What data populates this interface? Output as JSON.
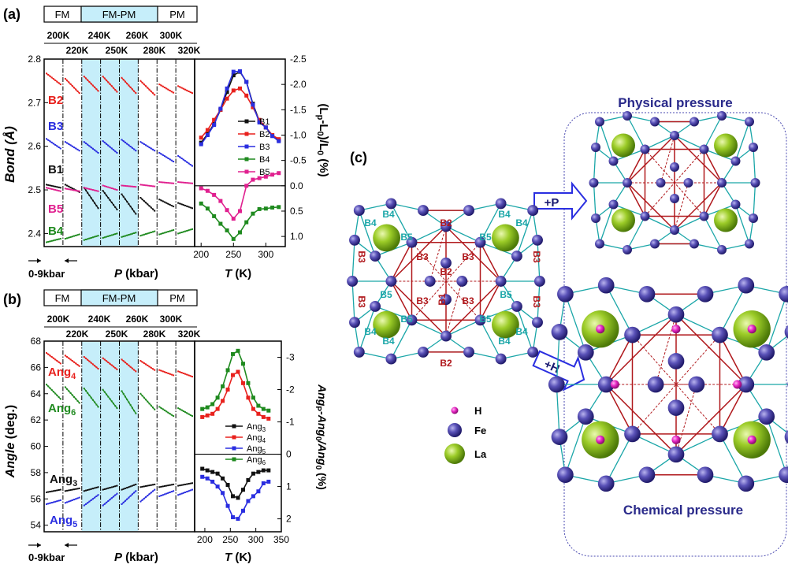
{
  "panel_labels": {
    "a": "(a)",
    "b": "(b)",
    "c": "(c)"
  },
  "phase_bar": {
    "fm": "FM",
    "fmpm": "FM-PM",
    "pm": "PM"
  },
  "temp_ticks_top": [
    "200K",
    "240K",
    "260K",
    "300K"
  ],
  "temp_ticks_bottom": [
    "220K",
    "250K",
    "280K",
    "320K"
  ],
  "pressure_note": "0-9kbar",
  "xlabel_p": "P (kbar)",
  "xlabel_t": "T (K)",
  "colors": {
    "black": "#111111",
    "red": "#e8211d",
    "blue": "#2a2ee0",
    "green": "#1f8a1f",
    "magenta": "#e0208f",
    "shade": "#c6eefa",
    "cyan": "#1aa6a8",
    "darkred": "#b0181c",
    "fe": "#4b45a8",
    "la": "#8fc21e",
    "h": "#e626c4"
  },
  "chart_data": [
    {
      "type": "line",
      "panel": "a-left",
      "ylabel": "Bond (Å)",
      "xlabel": "P (kbar)",
      "ylim": [
        2.37,
        2.8
      ],
      "yticks": [
        "2.4",
        "2.5",
        "2.6",
        "2.7",
        "2.8"
      ],
      "segments": 8,
      "segment_pressure_range_kbar": [
        0,
        9
      ],
      "series": [
        {
          "name": "B2",
          "start": [
            2.767,
            2.755,
            2.76,
            2.76,
            2.757,
            2.75,
            2.742,
            2.738
          ],
          "end": [
            2.742,
            2.722,
            2.727,
            2.725,
            2.722,
            2.718,
            2.723,
            2.722
          ]
        },
        {
          "name": "B3",
          "start": [
            2.617,
            2.61,
            2.61,
            2.612,
            2.615,
            2.61,
            2.585,
            2.578
          ],
          "end": [
            2.595,
            2.59,
            2.585,
            2.585,
            2.59,
            2.59,
            2.565,
            2.555
          ]
        },
        {
          "name": "B1",
          "start": [
            2.512,
            2.512,
            2.505,
            2.498,
            2.49,
            2.482,
            2.478,
            2.47
          ],
          "end": [
            2.505,
            2.495,
            2.458,
            2.455,
            2.445,
            2.452,
            2.462,
            2.458
          ]
        },
        {
          "name": "B5",
          "start": [
            2.505,
            2.503,
            2.505,
            2.51,
            2.51,
            2.512,
            2.518,
            2.518
          ],
          "end": [
            2.497,
            2.497,
            2.497,
            2.5,
            2.507,
            2.508,
            2.515,
            2.515
          ]
        },
        {
          "name": "B4",
          "start": [
            2.38,
            2.388,
            2.385,
            2.39,
            2.392,
            2.395,
            2.398,
            2.4
          ],
          "end": [
            2.388,
            2.398,
            2.395,
            2.4,
            2.402,
            2.405,
            2.408,
            2.41
          ]
        }
      ]
    },
    {
      "type": "line",
      "panel": "a-right",
      "ylabel": "(Lp-L0)/L0 (%)",
      "xlabel": "T (K)",
      "xlim": [
        190,
        330
      ],
      "xticks": [
        200,
        250,
        300
      ],
      "ylim": [
        1.2,
        -2.5
      ],
      "yticks": [
        "-2.5",
        "-2.0",
        "-1.5",
        "-1.0",
        "-0.5",
        "0.0",
        "0.5",
        "1.0"
      ],
      "series": [
        {
          "name": "B1",
          "x": [
            200,
            210,
            220,
            230,
            240,
            250,
            260,
            270,
            280,
            290,
            300,
            310,
            320
          ],
          "y": [
            -0.85,
            -1.02,
            -1.22,
            -1.5,
            -1.85,
            -2.18,
            -2.25,
            -2.05,
            -1.62,
            -1.28,
            -1.15,
            -1.0,
            -0.9
          ]
        },
        {
          "name": "B2",
          "x": [
            200,
            210,
            220,
            230,
            240,
            250,
            260,
            270,
            280,
            290,
            300,
            310,
            320
          ],
          "y": [
            -0.95,
            -1.1,
            -1.3,
            -1.5,
            -1.72,
            -1.88,
            -1.92,
            -1.78,
            -1.55,
            -1.3,
            -1.15,
            -1.0,
            -0.92
          ]
        },
        {
          "name": "B3",
          "x": [
            200,
            210,
            220,
            230,
            240,
            250,
            260,
            270,
            280,
            290,
            300,
            310,
            320
          ],
          "y": [
            -0.82,
            -1.0,
            -1.2,
            -1.52,
            -1.92,
            -2.25,
            -2.26,
            -2.05,
            -1.6,
            -1.25,
            -1.15,
            -0.98,
            -0.88
          ]
        },
        {
          "name": "B4",
          "x": [
            200,
            210,
            220,
            230,
            240,
            250,
            260,
            270,
            280,
            290,
            300,
            310,
            320
          ],
          "y": [
            0.35,
            0.45,
            0.6,
            0.75,
            0.88,
            1.05,
            0.92,
            0.72,
            0.55,
            0.46,
            0.45,
            0.43,
            0.42
          ]
        },
        {
          "name": "B5",
          "x": [
            200,
            210,
            220,
            230,
            240,
            250,
            260,
            270,
            280,
            290,
            300,
            310,
            320
          ],
          "y": [
            0.05,
            0.1,
            0.18,
            0.3,
            0.48,
            0.65,
            0.5,
            0.0,
            -0.12,
            -0.15,
            -0.18,
            -0.22,
            -0.25
          ]
        }
      ]
    },
    {
      "type": "line",
      "panel": "b-left",
      "ylabel": "Angle (deg.)",
      "xlabel": "P (kbar)",
      "ylim": [
        53.5,
        68
      ],
      "yticks": [
        "54",
        "56",
        "58",
        "60",
        "62",
        "64",
        "66",
        "68"
      ],
      "segments": 8,
      "segment_pressure_range_kbar": [
        0,
        9
      ],
      "series": [
        {
          "name": "Ang4",
          "start": [
            67.1,
            66.9,
            66.8,
            66.7,
            66.6,
            66.5,
            65.8,
            65.7
          ],
          "end": [
            66.3,
            66.1,
            65.9,
            65.85,
            65.7,
            65.8,
            65.4,
            65.3
          ]
        },
        {
          "name": "Ang6",
          "start": [
            64.7,
            64.5,
            64.4,
            64.3,
            64.2,
            64.0,
            63.0,
            62.9
          ],
          "end": [
            63.6,
            63.3,
            63.0,
            62.9,
            62.5,
            62.8,
            62.3,
            62.3
          ]
        },
        {
          "name": "Ang3",
          "start": [
            56.5,
            56.6,
            56.6,
            56.7,
            56.7,
            56.9,
            56.9,
            57.0
          ],
          "end": [
            56.7,
            56.8,
            56.9,
            57.0,
            57.1,
            57.1,
            57.1,
            57.2
          ]
        },
        {
          "name": "Ang5",
          "start": [
            55.6,
            55.7,
            55.5,
            55.5,
            55.6,
            55.8,
            56.2,
            56.3
          ],
          "end": [
            55.9,
            56.1,
            56.3,
            56.4,
            56.6,
            56.7,
            56.6,
            56.7
          ]
        }
      ]
    },
    {
      "type": "line",
      "panel": "b-right",
      "ylabel": "AngP-Ang0/Ang0 (%)",
      "xlabel": "T (K)",
      "xlim": [
        180,
        350
      ],
      "xticks": [
        200,
        250,
        300,
        350
      ],
      "ylim": [
        2.4,
        -3.5
      ],
      "yticks": [
        "-3",
        "-2",
        "-1",
        "0",
        "1",
        "2"
      ],
      "series": [
        {
          "name": "Ang3",
          "x": [
            195,
            205,
            215,
            225,
            235,
            245,
            255,
            265,
            275,
            285,
            295,
            305,
            315,
            325
          ],
          "y": [
            0.45,
            0.5,
            0.55,
            0.6,
            0.75,
            0.95,
            1.3,
            1.35,
            1.1,
            0.8,
            0.6,
            0.55,
            0.5,
            0.5
          ]
        },
        {
          "name": "Ang4",
          "x": [
            195,
            205,
            215,
            225,
            235,
            245,
            255,
            265,
            275,
            285,
            295,
            305,
            315,
            325
          ],
          "y": [
            -1.15,
            -1.2,
            -1.25,
            -1.4,
            -1.65,
            -2.0,
            -2.45,
            -2.55,
            -2.2,
            -1.75,
            -1.4,
            -1.25,
            -1.15,
            -1.1
          ]
        },
        {
          "name": "Ang5",
          "x": [
            195,
            205,
            215,
            225,
            235,
            245,
            255,
            265,
            275,
            285,
            295,
            305,
            315,
            325
          ],
          "y": [
            0.7,
            0.75,
            0.85,
            1.0,
            1.2,
            1.6,
            1.95,
            2.0,
            1.75,
            1.45,
            1.3,
            1.15,
            0.9,
            0.85
          ]
        },
        {
          "name": "Ang6",
          "x": [
            195,
            205,
            215,
            225,
            235,
            245,
            255,
            265,
            275,
            285,
            295,
            305,
            315,
            325
          ],
          "y": [
            -1.4,
            -1.45,
            -1.55,
            -1.75,
            -2.1,
            -2.6,
            -3.1,
            -3.2,
            -2.8,
            -2.2,
            -1.75,
            -1.5,
            -1.4,
            -1.35
          ]
        }
      ]
    }
  ],
  "labels_a": {
    "B2": "B2",
    "B3": "B3",
    "B1": "B1",
    "B5": "B5",
    "B4": "B4"
  },
  "labels_b": {
    "ang4": "Ang",
    "ang6": "Ang",
    "ang3": "Ang",
    "ang5": "Ang",
    "s4": "4",
    "s6": "6",
    "s3": "3",
    "s5": "5"
  },
  "structure": {
    "title_top": "Physical pressure",
    "title_bottom": "Chemical pressure",
    "arrow_p": "+P",
    "arrow_h": "+H",
    "legend": [
      "H",
      "Fe",
      "La"
    ],
    "bond_labels": [
      "B1",
      "B2",
      "B3",
      "B4",
      "B5"
    ]
  }
}
